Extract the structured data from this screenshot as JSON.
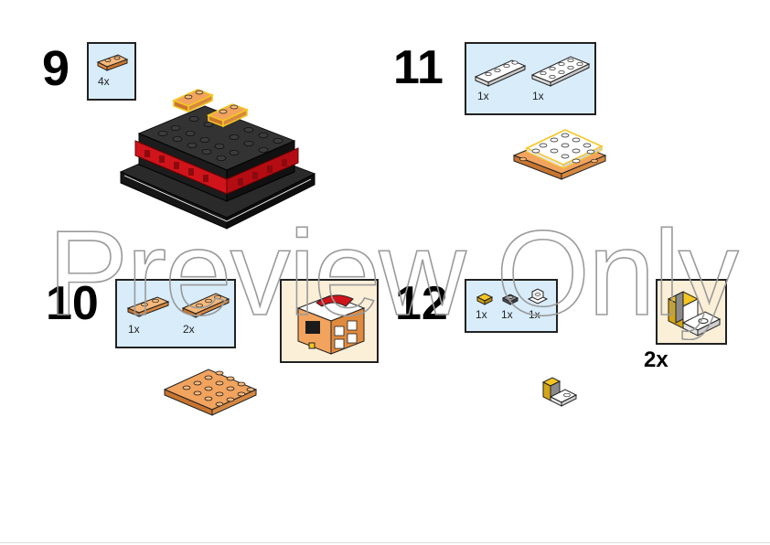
{
  "steps": [
    {
      "number": "9",
      "parts": [
        {
          "qty": "4x",
          "part": "tan-plate-1x2"
        }
      ]
    },
    {
      "number": "10",
      "parts": [
        {
          "qty": "1x",
          "part": "tan-plate-1x2"
        },
        {
          "qty": "2x",
          "part": "tan-plate-1x3"
        }
      ]
    },
    {
      "number": "11",
      "parts": [
        {
          "qty": "1x",
          "part": "white-plate-1x4"
        },
        {
          "qty": "1x",
          "part": "white-plate-2x4"
        }
      ]
    },
    {
      "number": "12",
      "parts": [
        {
          "qty": "1x",
          "part": "yellow-tile-1x1"
        },
        {
          "qty": "1x",
          "part": "gray-clip"
        },
        {
          "qty": "1x",
          "part": "white-bracket"
        }
      ]
    }
  ],
  "subassembly_multiplier": "2x",
  "watermark": "Preview Only",
  "colors": {
    "callout_bg": "#d8ecfa",
    "subassembly_bg": "#fbefd8",
    "tan": "#f2a35e",
    "black": "#1b1b1b",
    "red": "#d0141b",
    "white": "#ffffff",
    "yellow": "#f5c622"
  }
}
